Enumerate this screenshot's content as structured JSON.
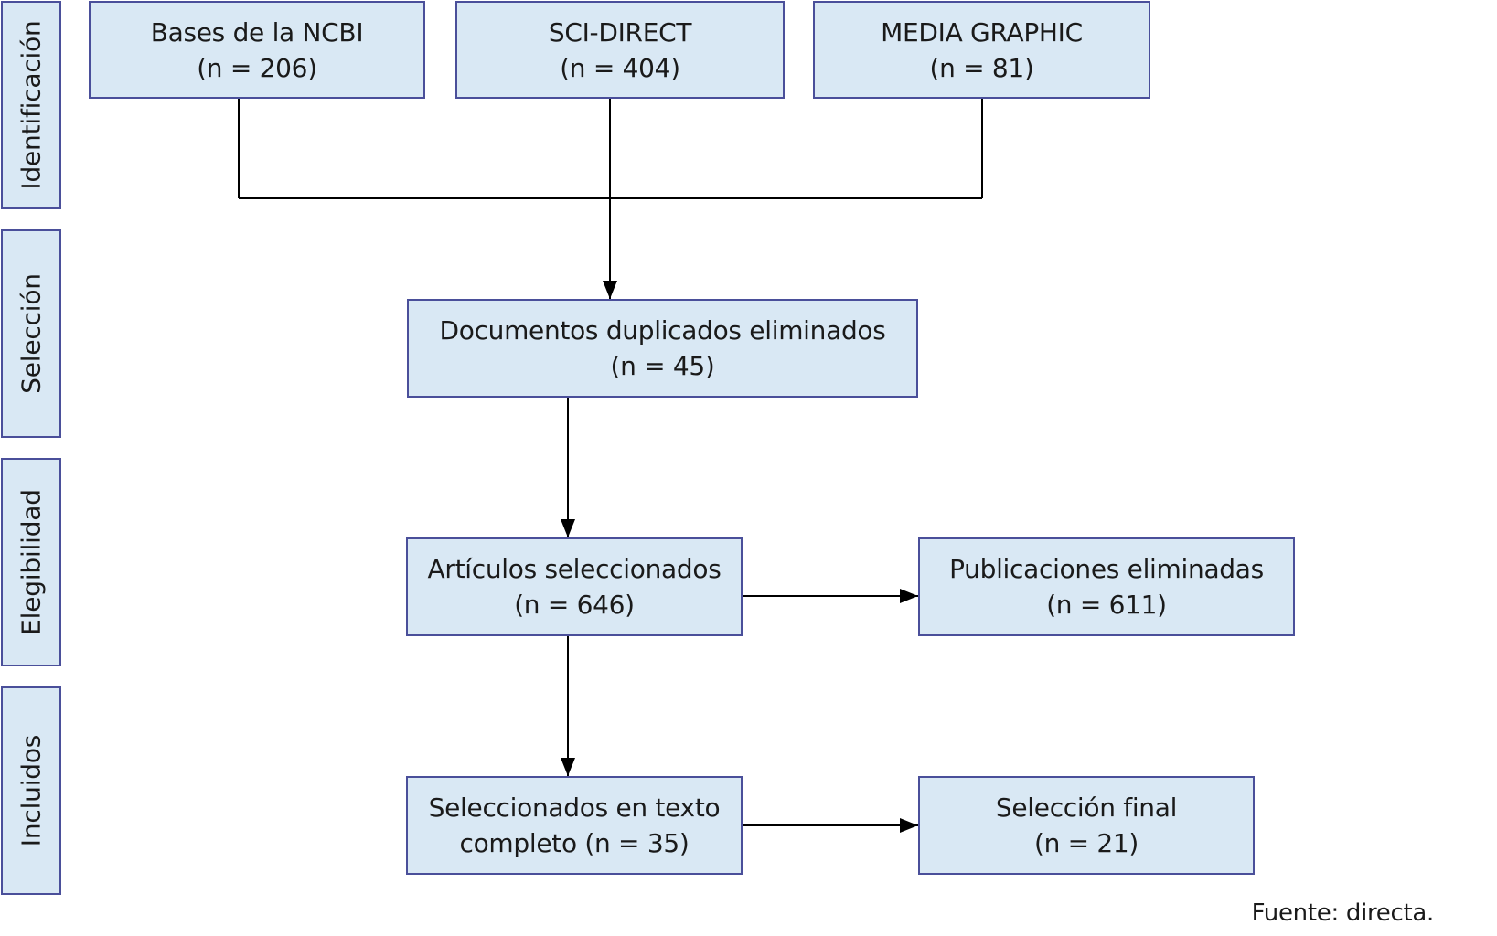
{
  "stages": [
    {
      "label": "Identificación"
    },
    {
      "label": "Selección"
    },
    {
      "label": "Elegibilidad"
    },
    {
      "label": "Incluidos"
    }
  ],
  "boxes": {
    "ncbi": {
      "title": "Bases de la NCBI",
      "count": "(n = 206)"
    },
    "scidirect": {
      "title": "SCI-DIRECT",
      "count": "(n = 404)"
    },
    "mediagraphic": {
      "title": "MEDIA GRAPHIC",
      "count": "(n = 81)"
    },
    "duplicates": {
      "title": "Documentos duplicados eliminados",
      "count": "(n = 45)"
    },
    "selected": {
      "title": "Artículos seleccionados",
      "count": "(n = 646)"
    },
    "removed": {
      "title": "Publicaciones eliminadas",
      "count": "(n = 611)"
    },
    "fulltext": {
      "title": "Seleccionados en texto",
      "count": "completo (n = 35)"
    },
    "final": {
      "title": "Selección final",
      "count": "(n = 21)"
    }
  },
  "footnote": "Fuente: directa.",
  "colors": {
    "box_fill": "#d9e8f4",
    "box_border": "#4a4f9a",
    "connector": "#000000"
  }
}
